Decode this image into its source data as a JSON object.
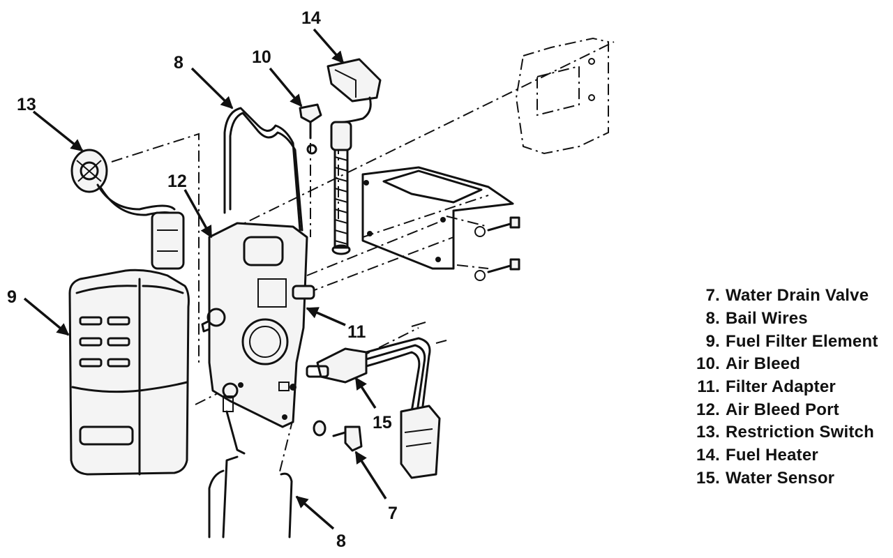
{
  "callouts": {
    "c7": "7",
    "c8a": "8",
    "c8b": "8",
    "c9": "9",
    "c10": "10",
    "c11": "11",
    "c12": "12",
    "c13": "13",
    "c14": "14",
    "c15": "15"
  },
  "legend": [
    {
      "num": "7.",
      "label": "Water Drain Valve"
    },
    {
      "num": "8.",
      "label": "Bail Wires"
    },
    {
      "num": "9.",
      "label": "Fuel Filter Element"
    },
    {
      "num": "10.",
      "label": "Air Bleed"
    },
    {
      "num": "11.",
      "label": "Filter Adapter"
    },
    {
      "num": "12.",
      "label": "Air Bleed Port"
    },
    {
      "num": "13.",
      "label": "Restriction Switch"
    },
    {
      "num": "14.",
      "label": "Fuel Heater"
    },
    {
      "num": "15.",
      "label": "Water Sensor"
    }
  ]
}
